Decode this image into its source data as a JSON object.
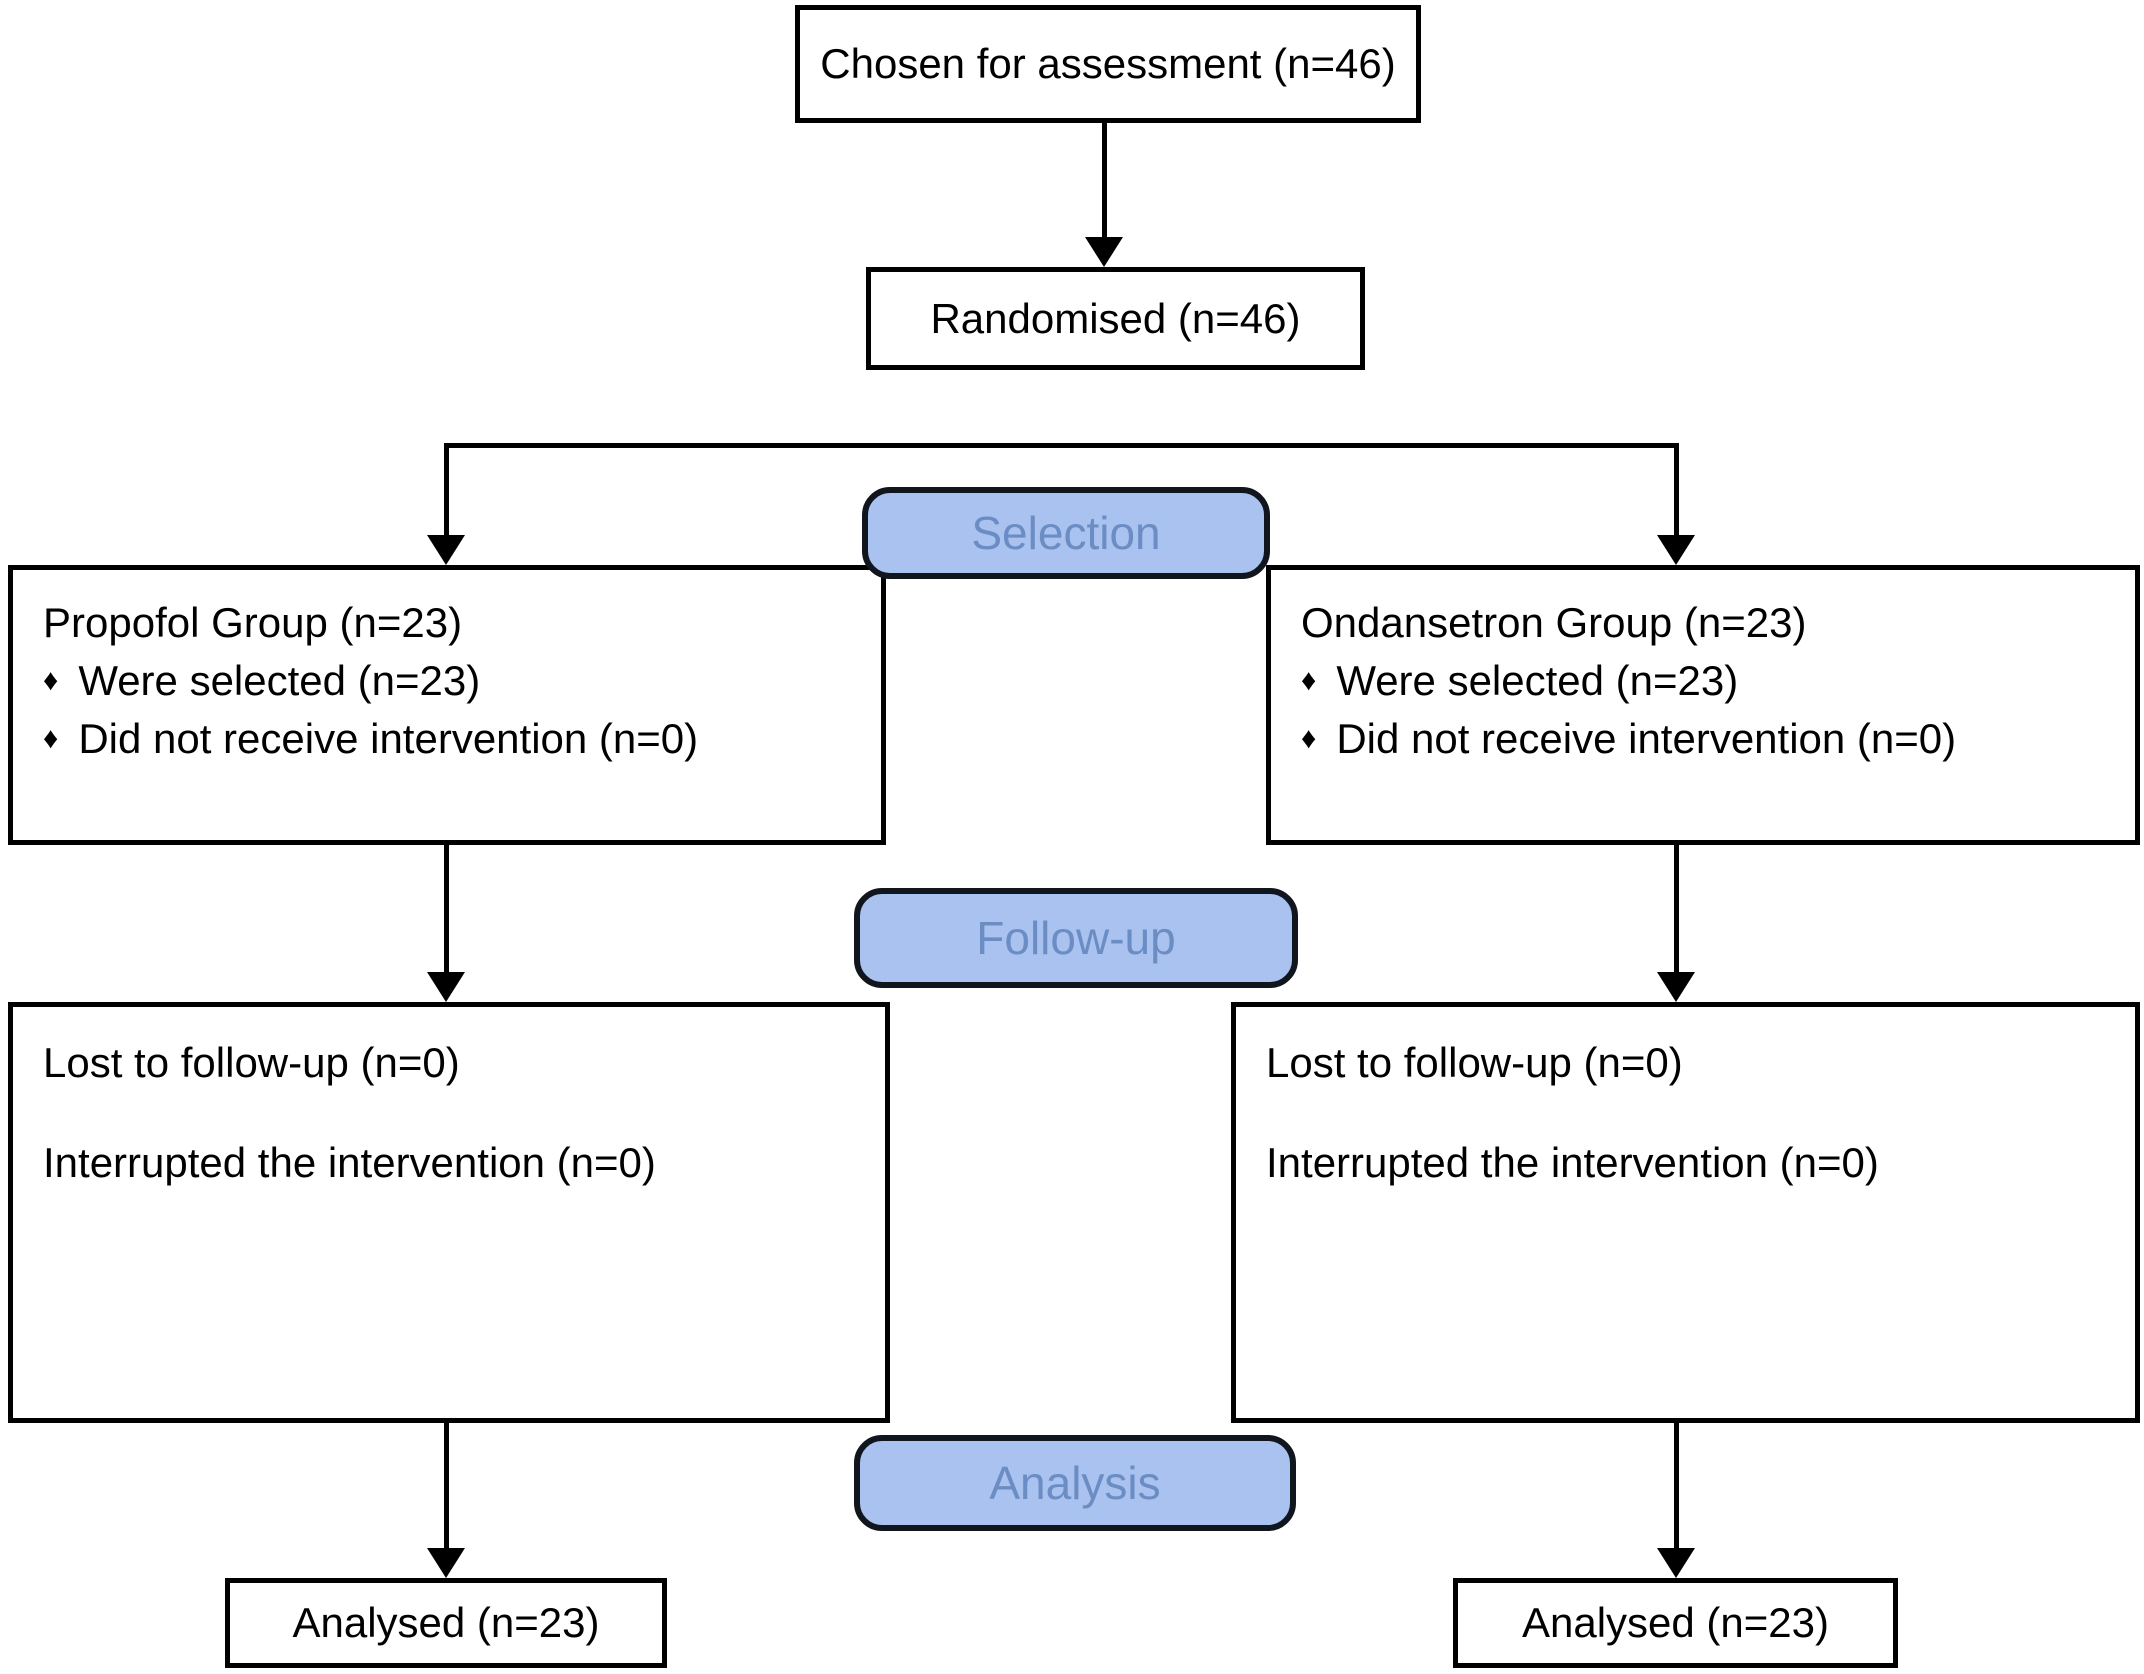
{
  "diagram": {
    "title_semantics": "CONSORT participant flow diagram",
    "bullet_glyph": "♦",
    "nodes": {
      "chosen": {
        "label": "Chosen for assessment (n=46)"
      },
      "randomised": {
        "label": "Randomised (n=46)"
      },
      "propofol": {
        "title": "Propofol Group (n=23)",
        "bullets": [
          "Were selected (n=23)",
          "Did not receive intervention (n=0)"
        ]
      },
      "ondansetron": {
        "title": "Ondansetron Group (n=23)",
        "bullets": [
          "Were selected (n=23)",
          "Did not receive intervention (n=0)"
        ]
      },
      "followup_left": {
        "lines": [
          "Lost to follow-up (n=0)",
          "Interrupted the intervention (n=0)"
        ]
      },
      "followup_right": {
        "lines": [
          "Lost to follow-up (n=0)",
          "Interrupted the intervention (n=0)"
        ]
      },
      "analysed_left": {
        "label": "Analysed (n=23)"
      },
      "analysed_right": {
        "label": "Analysed (n=23)"
      }
    },
    "stage_labels": {
      "selection": "Selection",
      "followup": "Follow-up",
      "analysis": "Analysis"
    },
    "colors": {
      "background": "#ffffff",
      "text": "#000000",
      "line": "#000000",
      "box_border": "#000000",
      "box_fill": "#ffffff",
      "stage_fill": "#a9c2f0",
      "stage_text": "#6b8dc3",
      "stage_border": "#10151e"
    }
  }
}
